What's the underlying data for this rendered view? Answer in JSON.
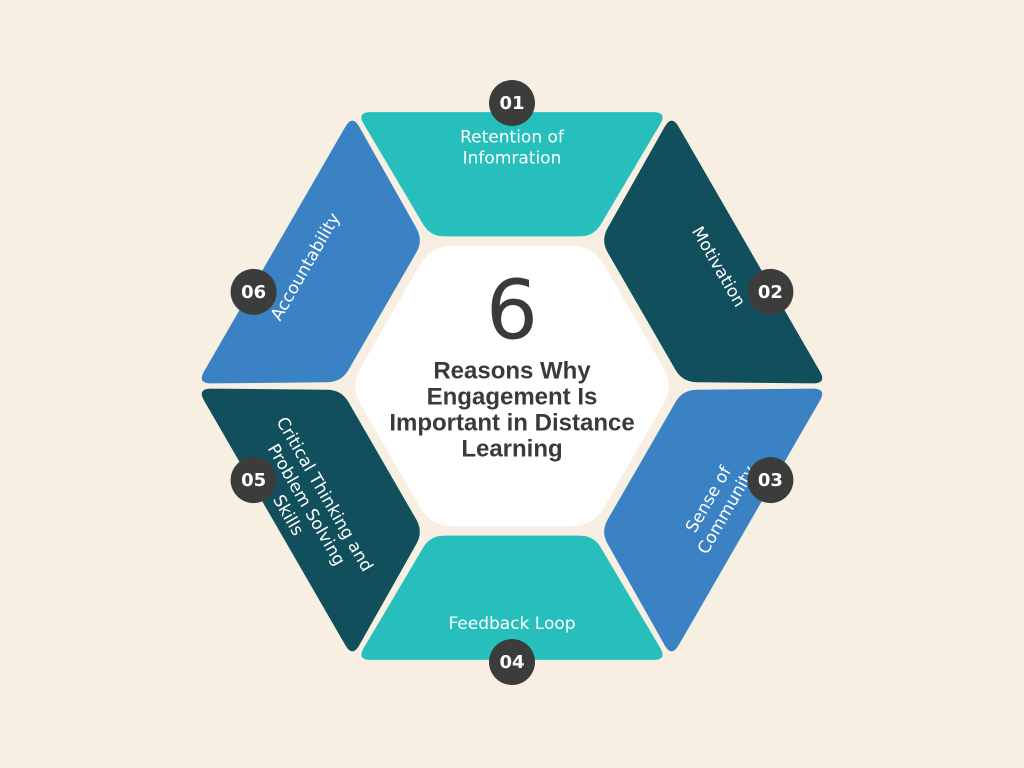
{
  "colors": {
    "background": "#f6efe2",
    "teal": "#26bfbc",
    "dark_teal": "#114f5d",
    "blue": "#3b82c4",
    "center_fill": "#ffffff",
    "badge": "#3c3c3c",
    "text_light": "#ffffff",
    "text_dark": "#3a3a3a"
  },
  "center": {
    "number": "6",
    "title_lines": [
      "Reasons Why",
      "Engagement Is",
      "Important in Distance",
      "Learning"
    ]
  },
  "segments": [
    {
      "number": "01",
      "label_lines": [
        "Retention of",
        "Infomration"
      ],
      "color": "teal"
    },
    {
      "number": "02",
      "label_lines": [
        "Motivation"
      ],
      "color": "dark_teal"
    },
    {
      "number": "03",
      "label_lines": [
        "Sense of",
        "Community"
      ],
      "color": "blue"
    },
    {
      "number": "04",
      "label_lines": [
        "Feedback Loop"
      ],
      "color": "teal"
    },
    {
      "number": "05",
      "label_lines": [
        "Critical Thinking and",
        "Problem Solving",
        "Skills"
      ],
      "color": "dark_teal"
    },
    {
      "number": "06",
      "label_lines": [
        "Accountability"
      ],
      "color": "blue"
    }
  ]
}
